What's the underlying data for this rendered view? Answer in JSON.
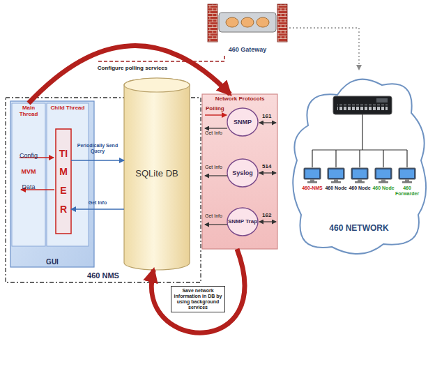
{
  "diagram": {
    "nodes": [
      {
        "text": [
          "460 Gateway"
        ]
      },
      {
        "text": [
          "460 NMS"
        ]
      },
      {
        "text": [
          "GUI"
        ],
        "in": 1
      },
      {
        "text": [
          "Main Thread",
          "Config",
          "MVM",
          "Data"
        ],
        "in": 2
      },
      {
        "text": [
          "Child Thread"
        ],
        "in": 2
      },
      {
        "text": [
          "TIMER"
        ],
        "in": 4
      },
      {
        "text": [
          "SQLite DB"
        ],
        "in": 1
      },
      {
        "text": [
          "Network Protocols"
        ]
      },
      {
        "text": [
          "SNMP"
        ],
        "in": 7
      },
      {
        "text": [
          "Syslog"
        ],
        "in": 7
      },
      {
        "text": [
          "SNMP Trap"
        ],
        "in": 7
      },
      {
        "text": [
          "460 NETWORK"
        ]
      },
      {
        "text": [
          "460-NMS"
        ],
        "in": 11
      },
      {
        "text": [
          "460 Node"
        ],
        "in": 11
      },
      {
        "text": [
          "460 Node"
        ],
        "in": 11
      },
      {
        "text": [
          "460 Node"
        ],
        "in": 11
      },
      {
        "text": [
          "460 Forwarder"
        ],
        "in": 11
      }
    ],
    "edges": [
      {
        "from": 5,
        "to": 6,
        "label": "Periodically Send Query",
        "arrow": "to"
      },
      {
        "from": 6,
        "to": 5,
        "label": "Get Info",
        "arrow": "to"
      },
      {
        "from": 3,
        "to": 7,
        "label": "Configure polling services",
        "arrow": "to"
      },
      {
        "from": 7,
        "to": 6,
        "label": "Save network information in DB by using background services",
        "arrow": "to"
      },
      {
        "from": 0,
        "to": 11,
        "arrow": "to"
      }
    ],
    "labels": [
      "Polling",
      "Get Info",
      "161",
      "Get Info",
      "514",
      "Get Info",
      "162"
    ]
  }
}
